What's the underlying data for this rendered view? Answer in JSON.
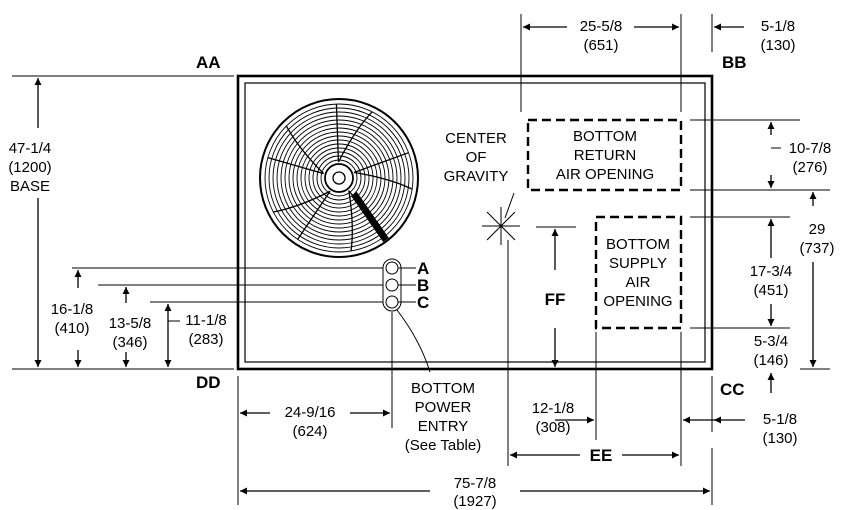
{
  "corners": {
    "aa": "AA",
    "bb": "BB",
    "cc": "CC",
    "dd": "DD"
  },
  "markers": {
    "ee": "EE",
    "ff": "FF"
  },
  "power_entries": {
    "a": "A",
    "b": "B",
    "c": "C"
  },
  "center_of_gravity": [
    "CENTER",
    "OF",
    "GRAVITY"
  ],
  "return_opening": [
    "BOTTOM",
    "RETURN",
    "AIR OPENING"
  ],
  "supply_opening": [
    "BOTTOM",
    "SUPPLY",
    "AIR",
    "OPENING"
  ],
  "power_entry_label": [
    "BOTTOM",
    "POWER",
    "ENTRY",
    "(See Table)"
  ],
  "dims": {
    "top_return_width": [
      "25-5/8",
      "(651)"
    ],
    "top_right_offset": [
      "5-1/8",
      "(130)"
    ],
    "base_height": [
      "47-1/4",
      "(1200)",
      "BASE"
    ],
    "return_height": [
      "10-7/8",
      "(276)"
    ],
    "right_total": [
      "29",
      "(737)"
    ],
    "supply_height": [
      "17-3/4",
      "(451)"
    ],
    "supply_bottom_offset": [
      "5-3/4",
      "(146)"
    ],
    "entry_a_height": [
      "16-1/8",
      "(410)"
    ],
    "entry_b_height": [
      "13-5/8",
      "(346)"
    ],
    "entry_c_height": [
      "11-1/8",
      "(283)"
    ],
    "entry_horizontal": [
      "24-9/16",
      "(624)"
    ],
    "supply_width": [
      "12-1/8",
      "(308)"
    ],
    "bottom_right_offset": [
      "5-1/8",
      "(130)"
    ],
    "overall_length": [
      "75-7/8",
      "(1927)"
    ]
  }
}
